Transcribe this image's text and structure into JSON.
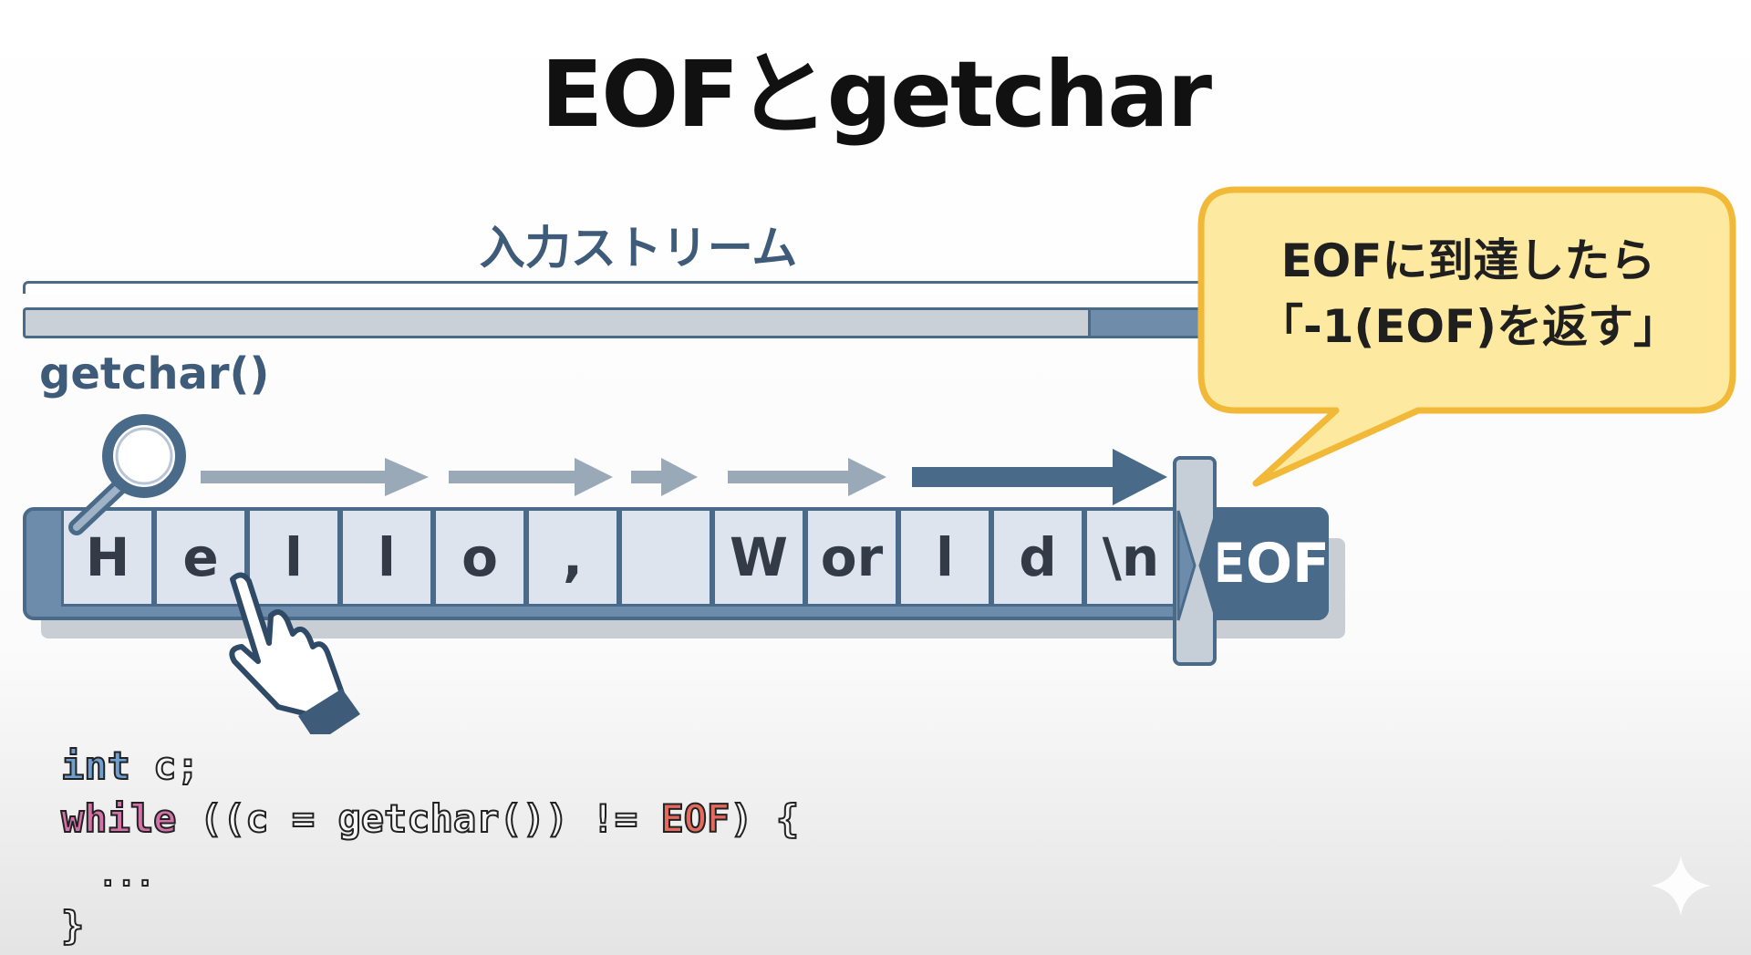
{
  "title": "EOFとgetchar",
  "stream_label": "入力ストリーム",
  "getchar_label": "getchar()",
  "stream_progress_fraction": 0.9,
  "cells": [
    "H",
    "e",
    "l",
    "l",
    "o",
    ",",
    " ",
    "W",
    "or",
    "l",
    "d",
    "\\n"
  ],
  "eof_label": "EOF",
  "callout": {
    "line1": "EOFに到達したら",
    "line2": "「-1(EOF)を返す」"
  },
  "code": {
    "line1_kw": "int",
    "line1_rest": " c;",
    "line2_kw": "while",
    "line2_mid": " ((c = getchar()) != ",
    "line2_eof": "EOF",
    "line2_end": ") {",
    "line3": "  ...",
    "line4": "}"
  },
  "colors": {
    "primary": "#4a6a8a",
    "callout_fill": "#fde9a0",
    "callout_border": "#f2b838"
  }
}
